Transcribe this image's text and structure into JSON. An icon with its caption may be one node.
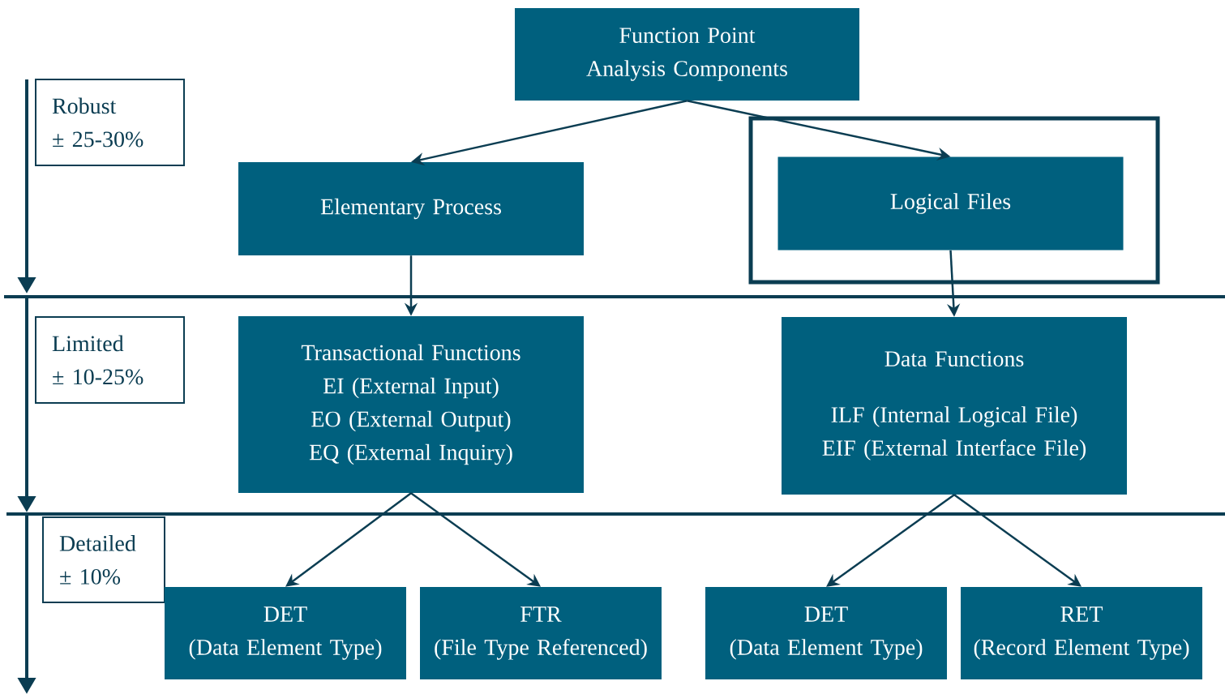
{
  "diagram": {
    "nodes": [
      {
        "text": [
          "Function Point Analysis Components"
        ]
      },
      {
        "text": [
          "Robust",
          "± 25-30%"
        ]
      },
      {
        "text": [],
        "shape": "box"
      },
      {
        "text": [
          "Elementary Process"
        ]
      },
      {
        "text": [
          "Logical Files"
        ],
        "in": 2
      },
      {
        "text": [
          "Limited",
          "± 10-25%"
        ]
      },
      {
        "text": [
          "Transactional Functions",
          "EI (External Input)",
          "EO (External Output)",
          "EQ (External Inquiry)"
        ]
      },
      {
        "text": [
          "Data Functions",
          "ILF (Internal Logical File)",
          "EIF (External Interface File)"
        ]
      },
      {
        "text": [
          "Detailed",
          "± 10%"
        ]
      },
      {
        "text": [
          "DET",
          "(Data Element Type)"
        ]
      },
      {
        "text": [
          "FTR",
          "(File Type Referenced)"
        ]
      },
      {
        "text": [
          "DET",
          "(Data Element Type)"
        ]
      },
      {
        "text": [
          "RET",
          "(Record Element Type)"
        ]
      }
    ],
    "edges": [
      {
        "from": 0,
        "to": 3,
        "arrow": "to"
      },
      {
        "from": 0,
        "to": 4,
        "arrow": "to"
      },
      {
        "from": 3,
        "to": 6,
        "arrow": "to"
      },
      {
        "from": 4,
        "to": 7,
        "arrow": "to"
      },
      {
        "from": 6,
        "to": 9,
        "arrow": "to"
      },
      {
        "from": 6,
        "to": 10,
        "arrow": "to"
      },
      {
        "from": 7,
        "to": 11,
        "arrow": "to"
      },
      {
        "from": 7,
        "to": 12,
        "arrow": "to"
      }
    ]
  }
}
